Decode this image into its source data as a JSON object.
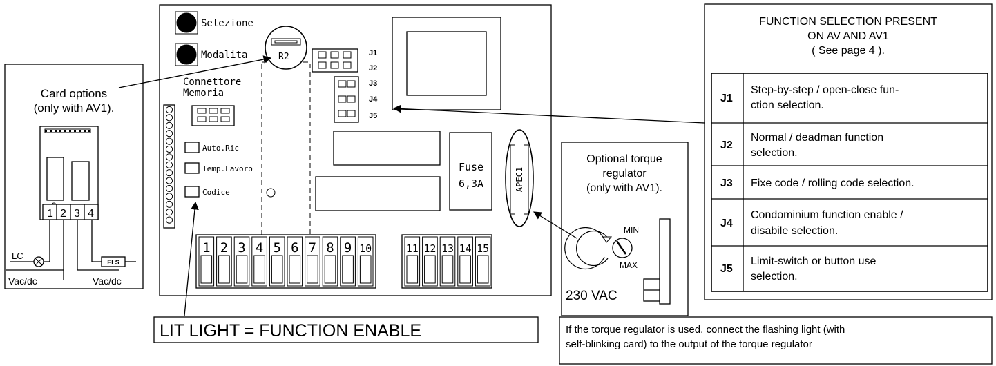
{
  "board": {
    "selezione_label": "Selezione",
    "modalita_label": "Modalita",
    "r2_label": "R2",
    "connettore_label_line1": "Connettore",
    "connettore_label_line2": "Memoria",
    "led_labels": [
      "Auto.Ric",
      "Temp.Lavoro",
      "Codice"
    ],
    "jumper_labels": [
      "J1",
      "J2",
      "J3",
      "J4",
      "J5"
    ],
    "fuse_line1": "Fuse",
    "fuse_line2": "6,3A",
    "apec_label": "APEC1",
    "terminals_left": [
      "1",
      "2",
      "3",
      "4",
      "5",
      "6",
      "7",
      "8",
      "9",
      "10"
    ],
    "terminals_right": [
      "11",
      "12",
      "13",
      "14",
      "15"
    ]
  },
  "card_options": {
    "title_line1": "Card options",
    "title_line2": "(only with AV1).",
    "terminals": [
      "1",
      "2",
      "3",
      "4"
    ],
    "lc_label": "LC",
    "els_label": "ELS",
    "vac_left": "Vac/dc",
    "vac_right": "Vac/dc"
  },
  "torque": {
    "title_line1": "Optional torque",
    "title_line2": "regulator",
    "title_line3": "(only with AV1).",
    "min_label": "MIN",
    "max_label": "MAX",
    "vac_label": "230 VAC"
  },
  "function_table": {
    "title_line1": "FUNCTION SELECTION PRESENT",
    "title_line2": "ON AV AND AV1",
    "title_line3": "( See page 4 ).",
    "rows": [
      {
        "code": "J1",
        "desc_line1": "Step-by-step / open-close fun-",
        "desc_line2": "ction selection."
      },
      {
        "code": "J2",
        "desc_line1": "Normal / deadman function",
        "desc_line2": "selection."
      },
      {
        "code": "J3",
        "desc_line1": "Fixe code / rolling code selection.",
        "desc_line2": ""
      },
      {
        "code": "J4",
        "desc_line1": "Condominium function enable /",
        "desc_line2": "disabile selection."
      },
      {
        "code": "J5",
        "desc_line1": "Limit-switch or button use",
        "desc_line2": "selection."
      }
    ]
  },
  "lit_light": "LIT LIGHT = FUNCTION ENABLE",
  "note": {
    "line1": "If the torque regulator is used, connect the flashing light (with",
    "line2": "self-blinking card) to the output of the torque regulator"
  }
}
